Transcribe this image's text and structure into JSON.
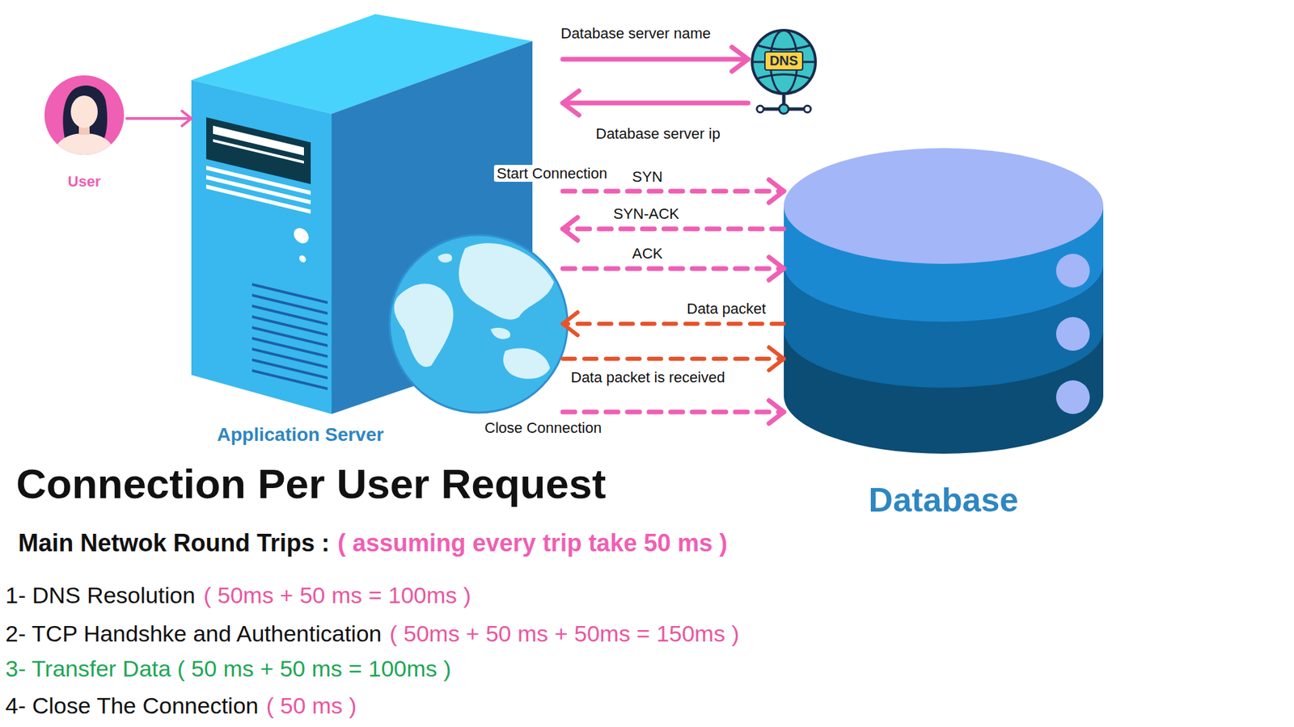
{
  "diagram": {
    "title": "Connection Per User Request",
    "nodes": [
      {
        "text": [
          "User"
        ]
      },
      {
        "text": [
          "Application Server"
        ]
      },
      {
        "text": [
          "DNS"
        ]
      },
      {
        "text": [
          "Database"
        ]
      }
    ],
    "edges": [
      {
        "from": 0,
        "to": 1,
        "arrow": "to"
      },
      {
        "from": 1,
        "to": 2,
        "label": "Database server name",
        "arrow": "to"
      },
      {
        "from": 2,
        "to": 1,
        "label": "Database server ip",
        "arrow": "to"
      },
      {
        "from": 1,
        "to": 3,
        "label": "SYN",
        "arrow": "to"
      },
      {
        "from": 3,
        "to": 1,
        "label": "SYN-ACK",
        "arrow": "to"
      },
      {
        "from": 1,
        "to": 3,
        "label": "ACK",
        "arrow": "to"
      },
      {
        "from": 3,
        "to": 1,
        "label": "Data packet",
        "arrow": "to"
      },
      {
        "from": 1,
        "to": 3,
        "label": "Data packet is received",
        "arrow": "to"
      },
      {
        "from": 1,
        "to": 3,
        "label": "Close Connection",
        "arrow": "to"
      }
    ],
    "labels": [
      "Start Connection",
      "Main Netwok Round Trips :",
      "( assuming every trip take 50 ms )",
      "1- DNS Resolution",
      "( 50ms + 50 ms = 100ms )",
      "2- TCP Handshke and Authentication",
      "( 50ms + 50 ms + 50ms = 150ms )",
      "3- Transfer Data ( 50 ms + 50 ms = 100ms )",
      "4- Close The Connection",
      "( 50 ms )"
    ]
  }
}
